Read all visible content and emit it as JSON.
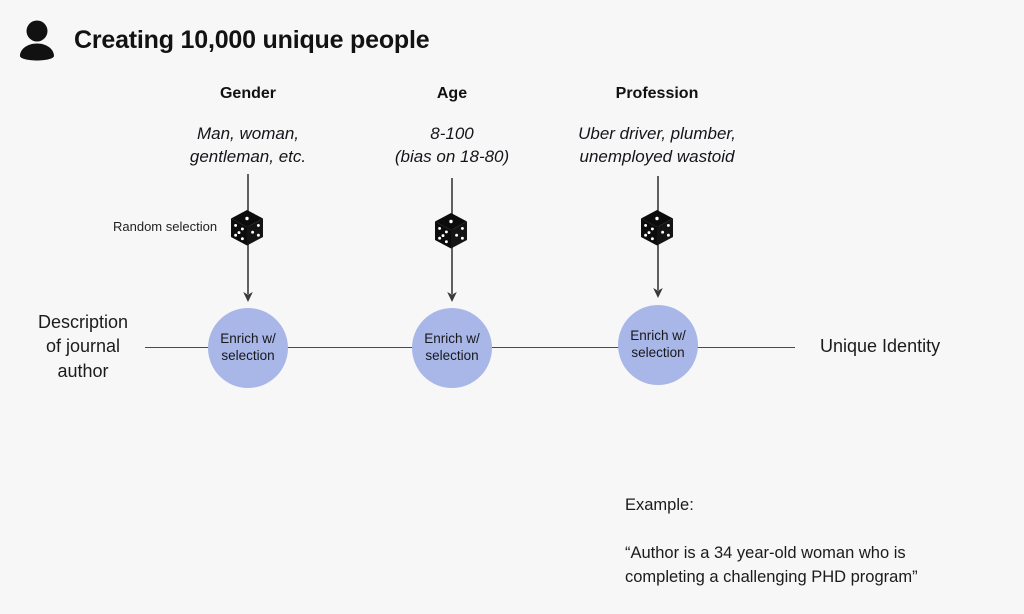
{
  "header": {
    "icon": "person-icon",
    "title": "Creating 10,000 unique people"
  },
  "columns": [
    {
      "id": "gender",
      "header": "Gender",
      "description": "Man, woman,\ngentleman, etc.",
      "dice_icon": "dice-icon",
      "node_label": "Enrich w/\nselection"
    },
    {
      "id": "age",
      "header": "Age",
      "description": "8-100\n(bias on 18-80)",
      "dice_icon": "dice-icon",
      "node_label": "Enrich w/\nselection"
    },
    {
      "id": "profession",
      "header": "Profession",
      "description": "Uber driver, plumber,\nunemployed wastoid",
      "dice_icon": "dice-icon",
      "node_label": "Enrich w/\nselection"
    }
  ],
  "annotations": {
    "random_selection": "Random selection",
    "pipeline_start": "Description\nof journal\nauthor",
    "pipeline_end": "Unique Identity"
  },
  "example": {
    "label": "Example:",
    "quote": "“Author is a 34 year-old woman who is\ncompleting a challenging PHD program”"
  },
  "colors": {
    "background": "#f8f7f8",
    "node_fill": "#a8b7e7",
    "line": "#4a4a4a",
    "text": "#1b1b1b"
  }
}
